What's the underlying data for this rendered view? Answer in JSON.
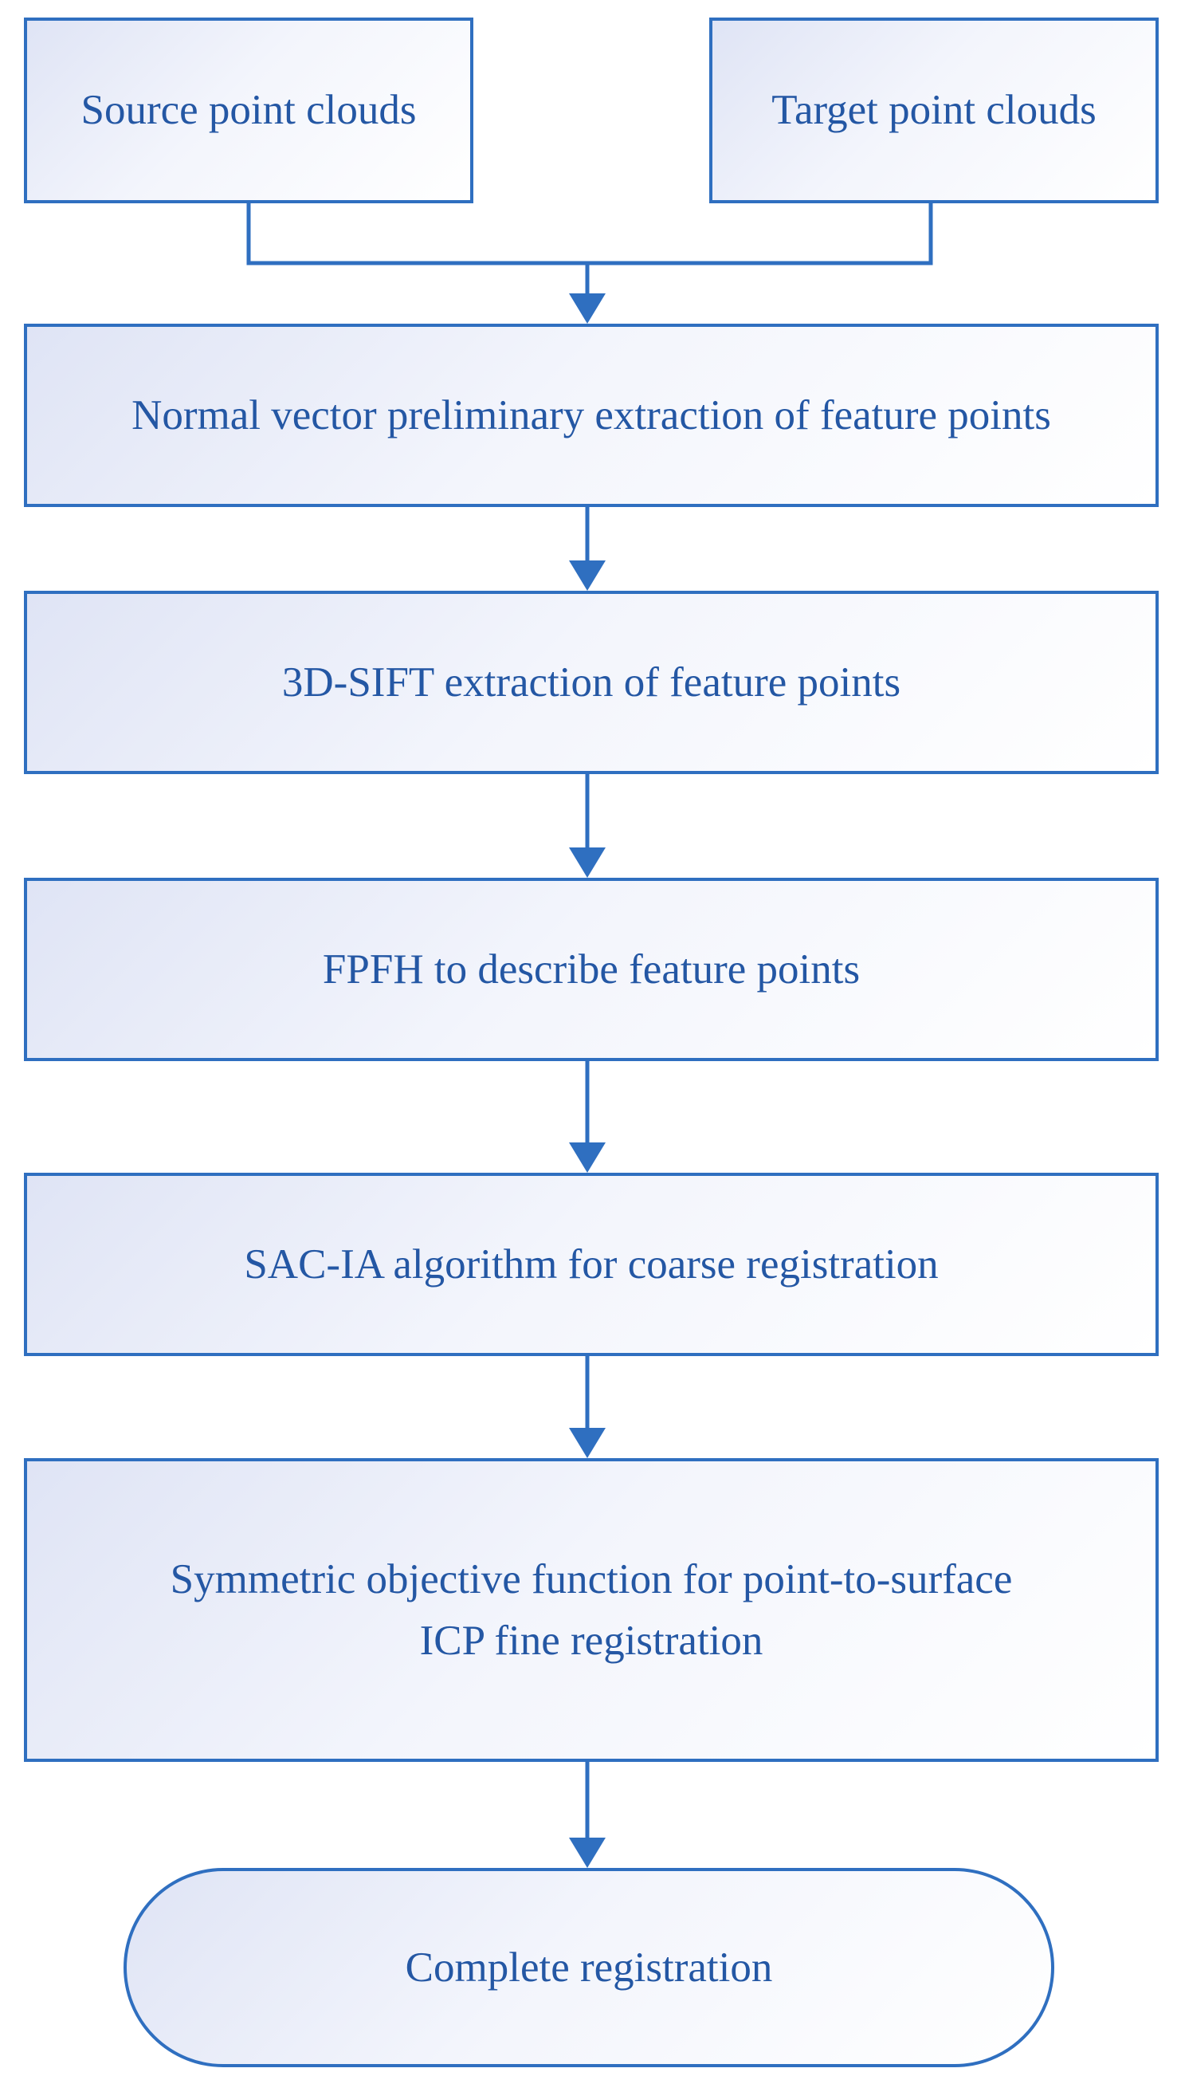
{
  "colors": {
    "stroke": "#2f6fc0",
    "text": "#2457a4",
    "fill_start": "#dfe4f5",
    "fill_end": "#ffffff"
  },
  "nodes": {
    "source": "Source point clouds",
    "target": "Target point clouds",
    "normal_vector": "Normal vector preliminary extraction of feature points",
    "sift": "3D-SIFT extraction of feature points",
    "fpfh": "FPFH to describe feature points",
    "sac_ia": "SAC-IA algorithm for coarse registration",
    "icp": "Symmetric objective function for point-to-surface\nICP fine registration",
    "complete": "Complete registration"
  }
}
